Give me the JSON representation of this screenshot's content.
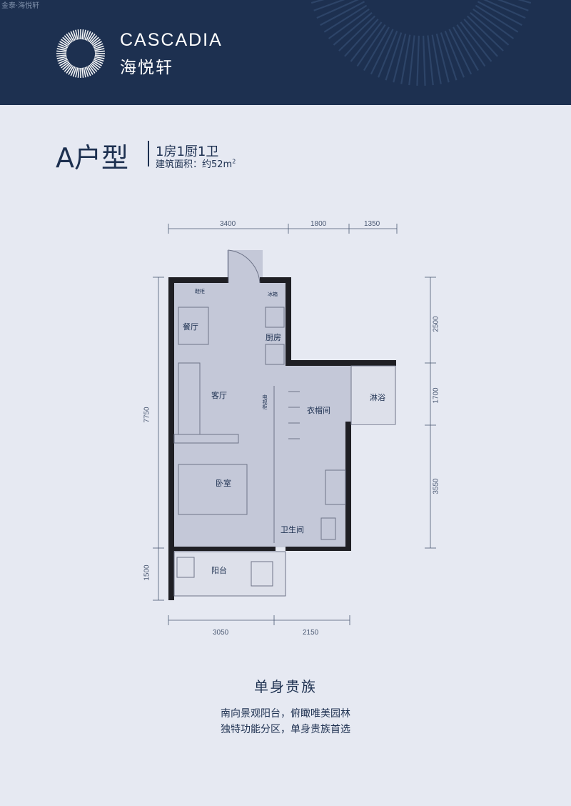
{
  "watermark": "金泰·海悦轩",
  "brand": {
    "name_en": "CASCADIA",
    "name_cn": "海悦轩"
  },
  "unit": {
    "type_label": "A户型",
    "rooms": "1房1厨1卫",
    "area": "建筑面积：约52m",
    "area_sup": "2"
  },
  "rooms": {
    "dining": "餐厅",
    "living": "客厅",
    "kitchen": "厨房",
    "closet": "衣帽间",
    "shower": "淋浴",
    "bedroom": "卧室",
    "bathroom": "卫生间",
    "balcony": "阳台",
    "fridge": "冰箱",
    "cabinet": "鞋柜",
    "appliance": "电视柜"
  },
  "dimensions": {
    "top": [
      "3400",
      "1800",
      "1350"
    ],
    "bottom": [
      "3050",
      "2150"
    ],
    "left": [
      "7750",
      "1500"
    ],
    "right": [
      "2500",
      "1700",
      "3550"
    ]
  },
  "slogan": {
    "title": "单身贵族",
    "line1": "南向景观阳台，俯瞰唯美园林",
    "line2": "独特功能分区，单身贵族首选"
  },
  "colors": {
    "header_bg": "#1d3050",
    "page_bg": "#e6e9f2",
    "room_fill": "#c4c8d8",
    "wall": "#1f1f24"
  }
}
